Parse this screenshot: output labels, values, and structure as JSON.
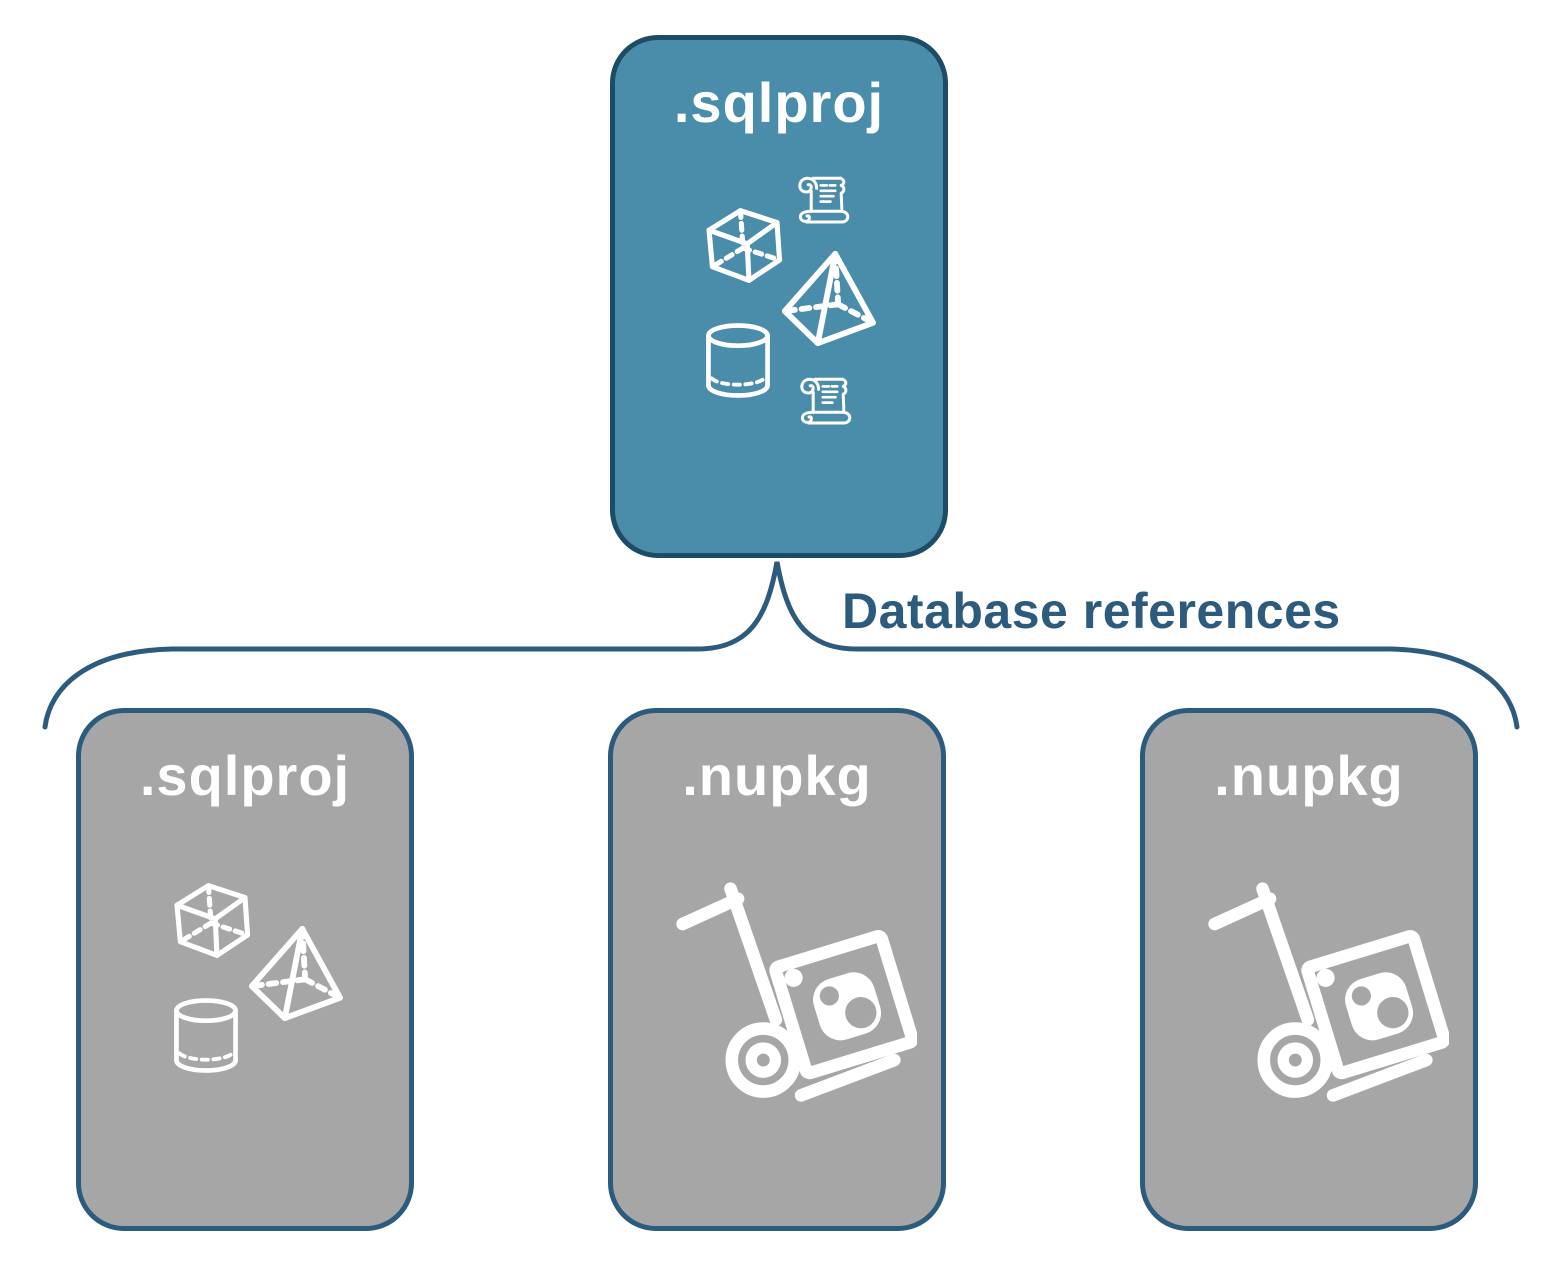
{
  "connector": {
    "label": "Database references"
  },
  "root_node": {
    "label": ".sqlproj",
    "icons": [
      "cube-icon",
      "sql-script-scroll-icon",
      "pyramid-icon",
      "database-cylinder-icon",
      "sql-script-scroll-icon"
    ]
  },
  "child_nodes": [
    {
      "label": ".sqlproj",
      "icons": [
        "cube-icon",
        "pyramid-icon",
        "database-cylinder-icon"
      ]
    },
    {
      "label": ".nupkg",
      "icons": [
        "nuget-package-dolly-icon"
      ]
    },
    {
      "label": ".nupkg",
      "icons": [
        "nuget-package-dolly-icon"
      ]
    }
  ],
  "colors": {
    "root_fill": "#4a8dab",
    "root_border": "#1d4d66",
    "child_fill": "#a6a6a6",
    "child_border": "#2b5b7d",
    "connector_line": "#2d5b7e",
    "label_text": "#2d5b7e",
    "node_text": "#ffffff",
    "background": "#ffffff"
  }
}
